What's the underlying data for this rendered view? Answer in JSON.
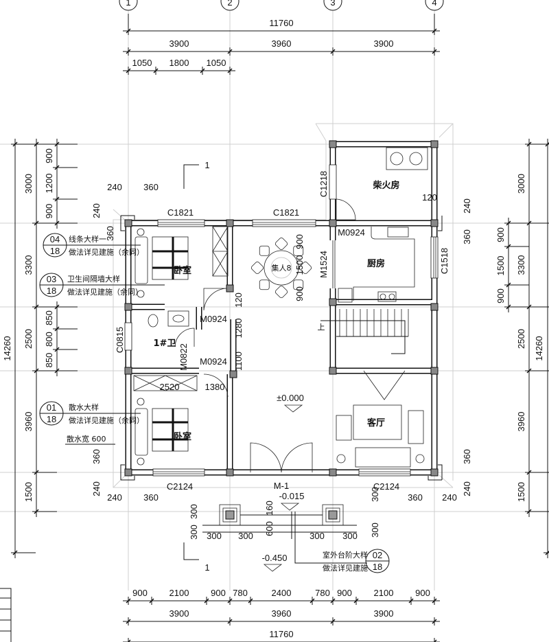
{
  "axes": [
    "1",
    "2",
    "3",
    "4"
  ],
  "dims": {
    "top": {
      "total": "11760",
      "bays": [
        "3900",
        "3960",
        "3900"
      ],
      "sub": [
        "1050",
        "1800",
        "1050"
      ]
    },
    "bottom": {
      "sub": [
        "900",
        "2100",
        "900",
        "780",
        "2400",
        "780",
        "900",
        "2100",
        "900"
      ],
      "bays": [
        "3900",
        "3960",
        "3900"
      ],
      "total": "11760"
    },
    "left": {
      "total": "14260",
      "bays": [
        "3000",
        "3300",
        "2500",
        "3960",
        "1500"
      ],
      "sub_top": [
        "900",
        "1200",
        "900"
      ],
      "sub_mid": [
        "850",
        "800",
        "850"
      ]
    },
    "right": {
      "total": "14260",
      "bays": [
        "3000",
        "3300",
        "2500",
        "3960",
        "1500"
      ],
      "sub": [
        "900",
        "1500",
        "900"
      ]
    }
  },
  "rooms": {
    "bedroom_1": "卧室",
    "bedroom_2": "卧室",
    "bathroom": "1#卫",
    "firewood": "柴火房",
    "kitchen": "厨房",
    "living": "客厅"
  },
  "openings": {
    "c1821_a": "C1821",
    "c1821_b": "C1821",
    "c2124_a": "C2124",
    "c2124_b": "C2124",
    "c1218": "C1218",
    "c1518": "C1518",
    "c0815": "C0815",
    "m0924_a": "M0924",
    "m0924_b": "M0924",
    "m0924_c": "M0924",
    "m0822": "M0822",
    "m1524": "M1524",
    "m1": "M-1"
  },
  "elevations": {
    "floor": "±0.000",
    "entry": "-0.015",
    "outdoor": "-0.450"
  },
  "section_marks": [
    "1",
    "1"
  ],
  "misc_dims": {
    "d120a": "120",
    "d1280": "1280",
    "d1100": "1100",
    "dn900a": "900",
    "dn1500": "1500",
    "dn900b": "900",
    "d2520": "2520",
    "d1380": "1380",
    "d120b": "120",
    "tl240": "240",
    "tl360": "360",
    "tl240v": "240",
    "tl360v": "360",
    "bl240": "240",
    "bl360": "360",
    "bl360v": "360",
    "bl240v": "240",
    "br360": "360",
    "br240": "240",
    "br360v": "360",
    "br240v": "240",
    "tr240v": "240",
    "tr360v": "360",
    "s300a": "300",
    "s300b": "300",
    "s300c": "300",
    "s300d": "300",
    "s160": "160",
    "s600": "600",
    "s300e": "300",
    "s300f": "300",
    "s300g": "300",
    "s300h": "300"
  },
  "callouts": [
    {
      "num": "04",
      "sheet": "18",
      "title": "线条大样一",
      "note": "做法详见建施（余同）"
    },
    {
      "num": "03",
      "sheet": "18",
      "title": "卫生间隔墙大样",
      "note": "做法详见建施（余同）"
    },
    {
      "num": "01",
      "sheet": "18",
      "title": "散水大样",
      "note": "做法详见建施（余同）"
    },
    {
      "num": "02",
      "sheet": "18",
      "title": "室外台阶大样",
      "note": "做法详见建施"
    }
  ],
  "apron_width": "散水宽 600",
  "table_label": "集人8",
  "stair_up": "上"
}
